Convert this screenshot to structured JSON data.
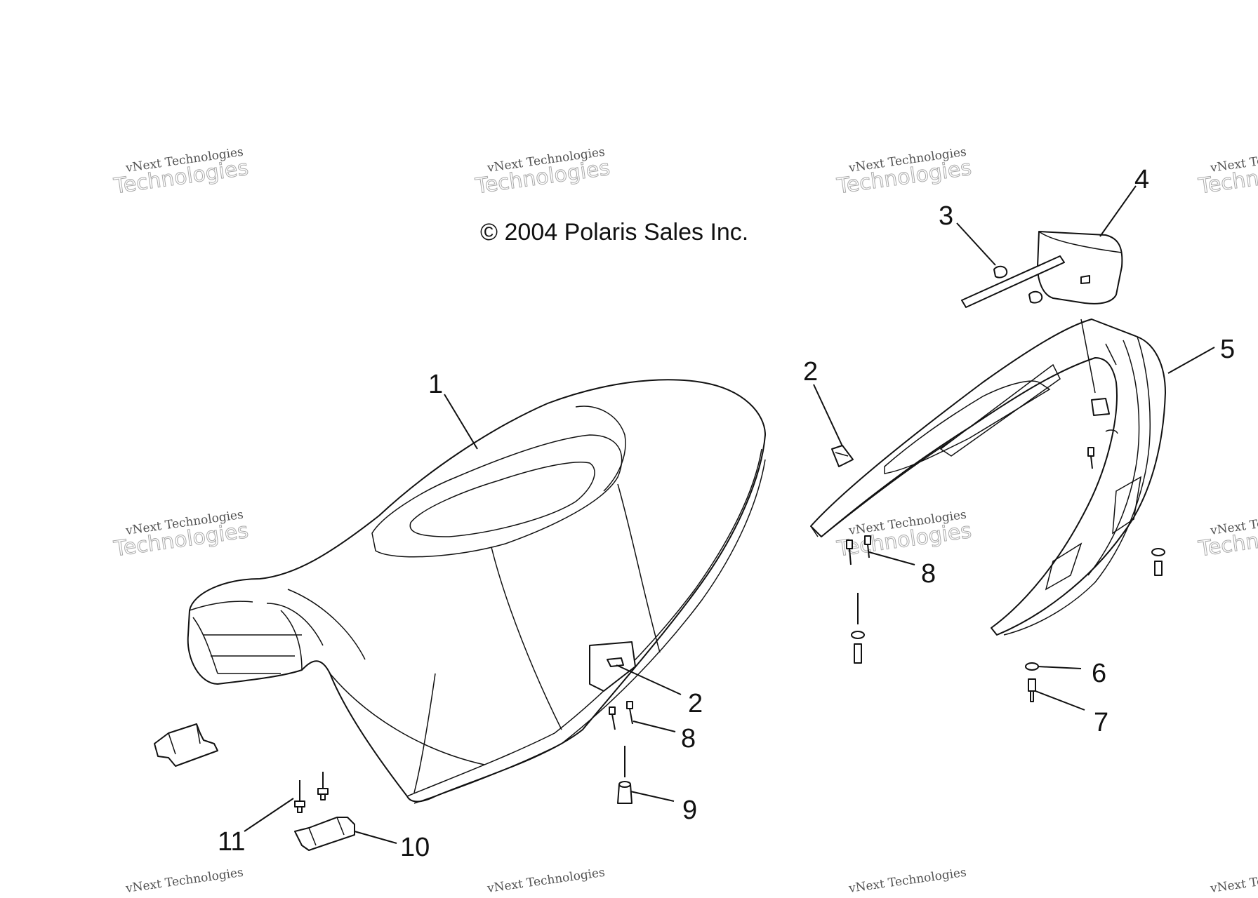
{
  "copyright": "© 2004 Polaris Sales Inc.",
  "watermark": {
    "line1": "vNext Technologies",
    "line2": "Technologies"
  },
  "callouts": [
    {
      "id": "1",
      "label": "1"
    },
    {
      "id": "2a",
      "label": "2"
    },
    {
      "id": "2b",
      "label": "2"
    },
    {
      "id": "3",
      "label": "3"
    },
    {
      "id": "4",
      "label": "4"
    },
    {
      "id": "5",
      "label": "5"
    },
    {
      "id": "6",
      "label": "6"
    },
    {
      "id": "7",
      "label": "7"
    },
    {
      "id": "8a",
      "label": "8"
    },
    {
      "id": "8b",
      "label": "8"
    },
    {
      "id": "9",
      "label": "9"
    },
    {
      "id": "10",
      "label": "10"
    },
    {
      "id": "11",
      "label": "11"
    }
  ],
  "colors": {
    "line": "#111111",
    "background": "#ffffff",
    "watermark": "#9a9a9a"
  }
}
